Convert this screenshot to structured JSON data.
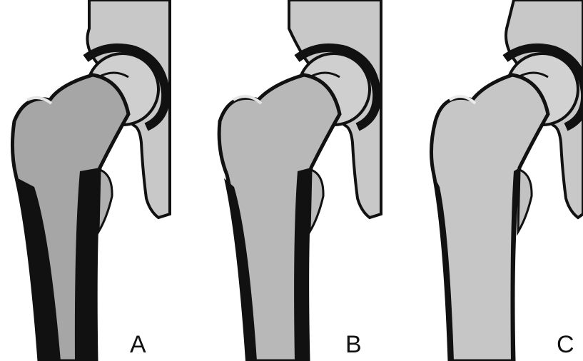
{
  "panels": [
    {
      "label": "A"
    },
    {
      "label": "B"
    },
    {
      "label": "C"
    }
  ],
  "colors": {
    "bone_a": "#a6a6a6",
    "bone_b": "#b8b8b8",
    "bone_c": "#c6c6c6",
    "cortex": "#111111",
    "cartilage": "#cfcfcf",
    "pelvis": "#c8c8c8",
    "background": "#ffffff"
  }
}
